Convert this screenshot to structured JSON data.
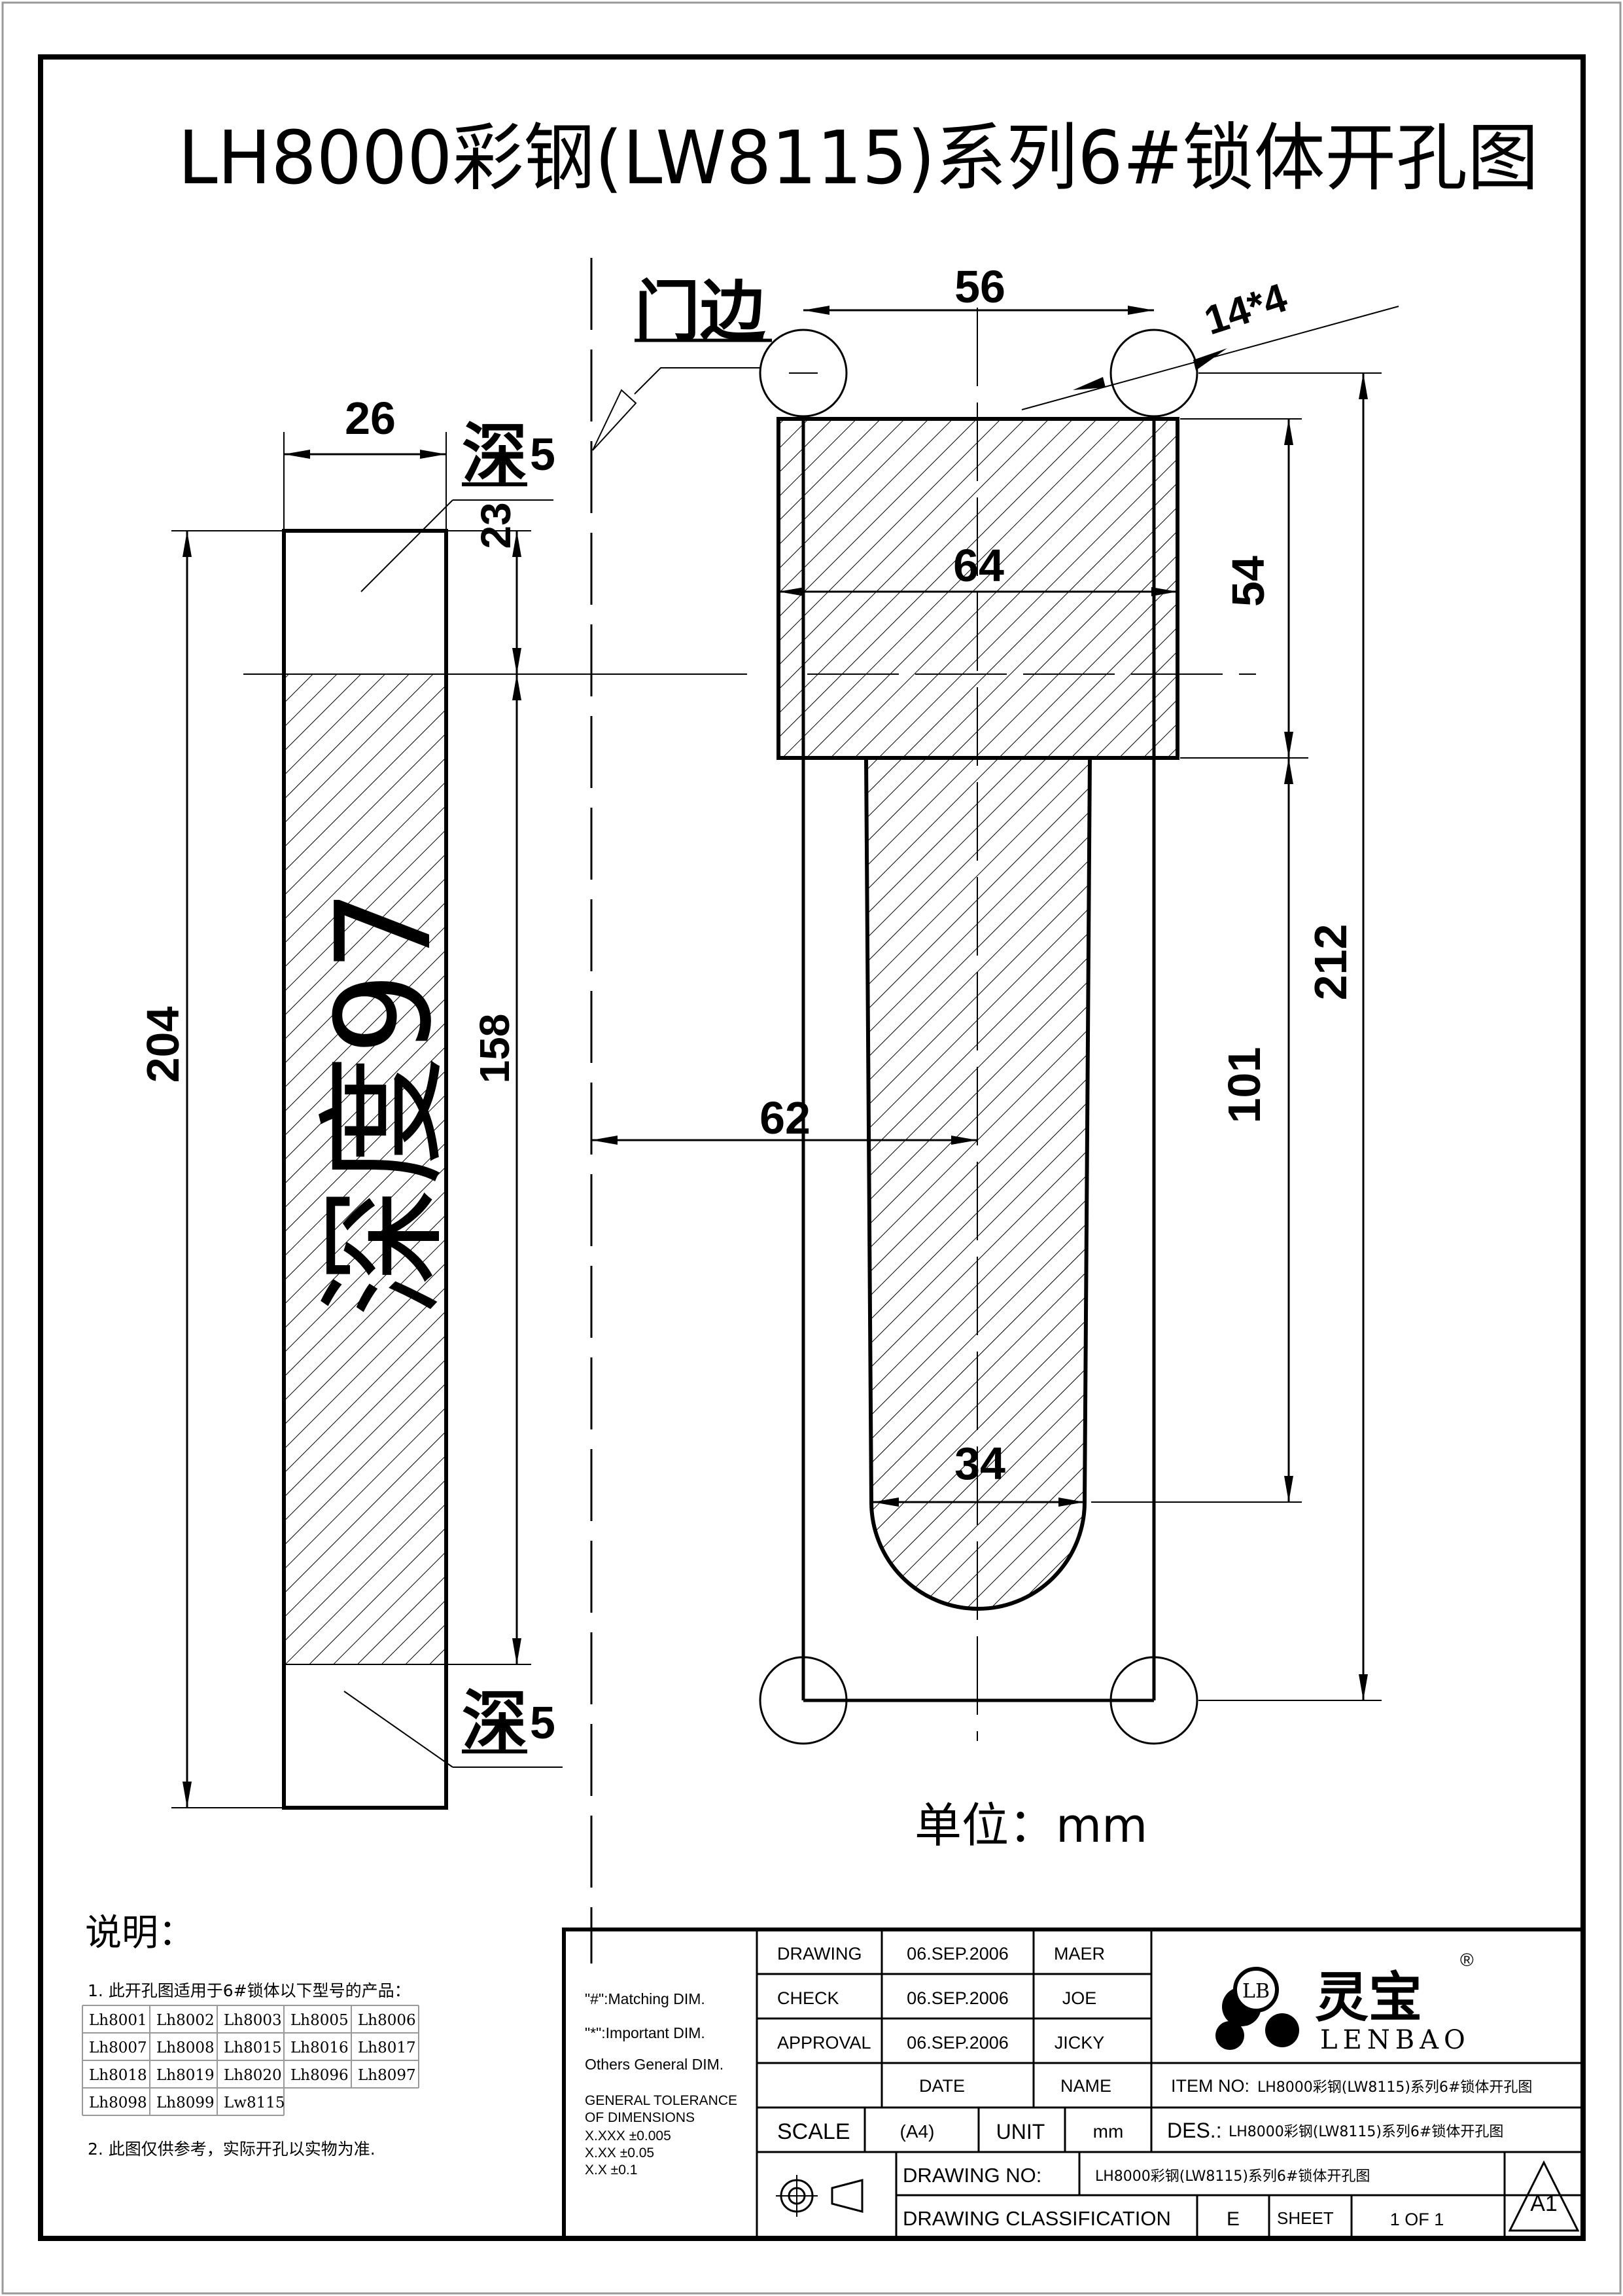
{
  "title": "LH8000彩钢(LW8115)系列6#锁体开孔图",
  "labels": {
    "door_edge": "门边",
    "depth_top": "深",
    "depth_top_num": "5",
    "depth_bottom": "深",
    "depth_bottom_num": "5",
    "depth_main": "深度97",
    "unit": "单位：mm"
  },
  "dimensions": {
    "d26": "26",
    "d23": "23",
    "d204": "204",
    "d158": "158",
    "d56": "56",
    "d14x4": "14*4",
    "d64": "64",
    "d54": "54",
    "d212": "212",
    "d101": "101",
    "d62": "62",
    "d34": "34"
  },
  "notes": {
    "heading": "说明：",
    "line1": "1. 此开孔图适用于6#锁体以下型号的产品：",
    "models": [
      [
        "Lh8001",
        "Lh8002",
        "Lh8003",
        "Lh8005",
        "Lh8006"
      ],
      [
        "Lh8007",
        "Lh8008",
        "Lh8015",
        "Lh8016",
        "Lh8017"
      ],
      [
        "Lh8018",
        "Lh8019",
        "Lh8020",
        "Lh8096",
        "Lh8097"
      ],
      [
        "Lh8098",
        "Lh8099",
        "Lw8115"
      ]
    ],
    "line2": "2. 此图仅供参考，实际开孔以实物为准."
  },
  "title_block": {
    "legend1": "\"#\":Matching  DIM.",
    "legend2": "\"*\":Important  DIM.",
    "legend3": "Others General  DIM.",
    "tol_head1": "GENERAL TOLERANCE",
    "tol_head2": "OF DIMENSIONS",
    "tol1": "X.XXX   ±0.005",
    "tol2": "X.XX     ±0.05",
    "tol3": "X.X       ±0.1",
    "rows": [
      {
        "label": "DRAWING",
        "date": "06.SEP.2006",
        "name": "MAER"
      },
      {
        "label": "CHECK",
        "date": "06.SEP.2006",
        "name": "JOE"
      },
      {
        "label": "APPROVAL",
        "date": "06.SEP.2006",
        "name": "JICKY"
      }
    ],
    "date_head": "DATE",
    "name_head": "NAME",
    "item_no_label": "ITEM NO:",
    "item_no_value": "LH8000彩钢(LW8115)系列6#锁体开孔图",
    "scale_label": "SCALE",
    "scale_value": "(A4)",
    "unit_label": "UNIT",
    "unit_value": "mm",
    "des_label": "DES.:",
    "des_value": "LH8000彩钢(LW8115)系列6#锁体开孔图",
    "drawing_no_label": "DRAWING NO:",
    "drawing_no_value": "LH8000彩钢(LW8115)系列6#锁体开孔图",
    "classification_label": "DRAWING CLASSIFICATION",
    "classification_value": "E",
    "sheet_label": "SHEET",
    "sheet_value": "1 OF 1",
    "size": "A1",
    "logo_mark": "LB",
    "logo_cn": "灵宝",
    "logo_reg": "®",
    "logo_en": "LENBAO"
  }
}
